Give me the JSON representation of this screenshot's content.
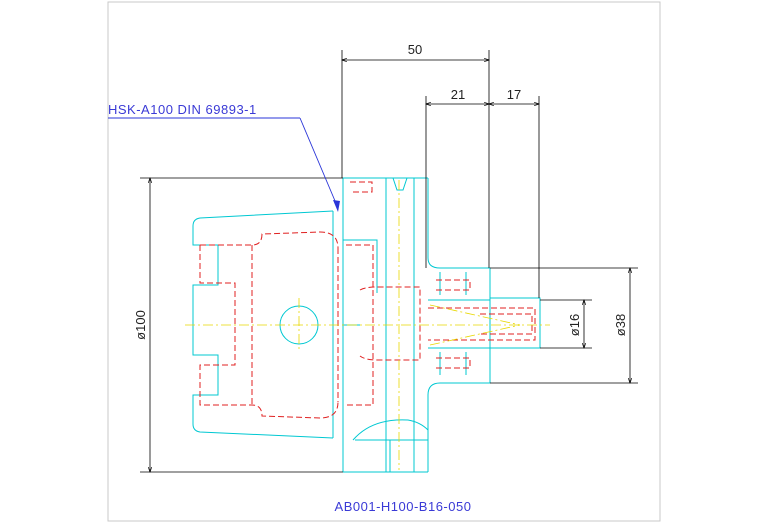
{
  "labels": {
    "callout": "HSK-A100 DIN 69893-1",
    "part_number": "AB001-H100-B16-050"
  },
  "dimensions": {
    "overall_length": "50",
    "segment_a": "21",
    "segment_b": "17",
    "diameter_flange": "ø100",
    "diameter_bore": "ø16",
    "diameter_nose": "ø38"
  },
  "colors": {
    "outline": "#00c8d2",
    "hidden": "#e02020",
    "centerline": "#e8d800",
    "dimension": "#000000",
    "annotation": "#2a35d8"
  }
}
